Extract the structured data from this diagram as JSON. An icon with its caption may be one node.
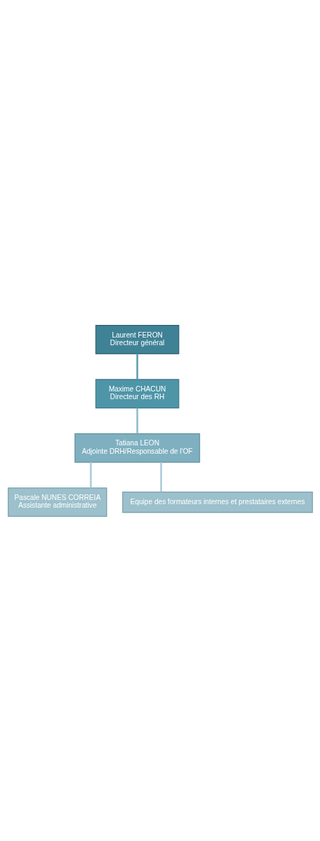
{
  "diagram": {
    "nodes": [
      {
        "text": [
          "Laurent FERON",
          "Directeur général"
        ]
      },
      {
        "text": [
          "Maxime CHACUN",
          "Directeur des RH"
        ]
      },
      {
        "text": [
          "Tatiana LEON",
          "Adjointe DRH/Responsable de l'OF"
        ]
      },
      {
        "text": [
          "Pascale NUNES CORREIA",
          "Assistante administrative"
        ]
      },
      {
        "text": [
          "Equipe des formateurs internes et prestataires externes"
        ]
      }
    ],
    "edges": [
      {
        "from": 0,
        "to": 1,
        "arrow": "none",
        "color": "#5b9db0"
      },
      {
        "from": 1,
        "to": 2,
        "arrow": "none",
        "color": "#8bbccb"
      },
      {
        "from": 2,
        "to": 3,
        "arrow": "none"
      },
      {
        "from": 2,
        "to": 4,
        "arrow": "none"
      }
    ]
  }
}
